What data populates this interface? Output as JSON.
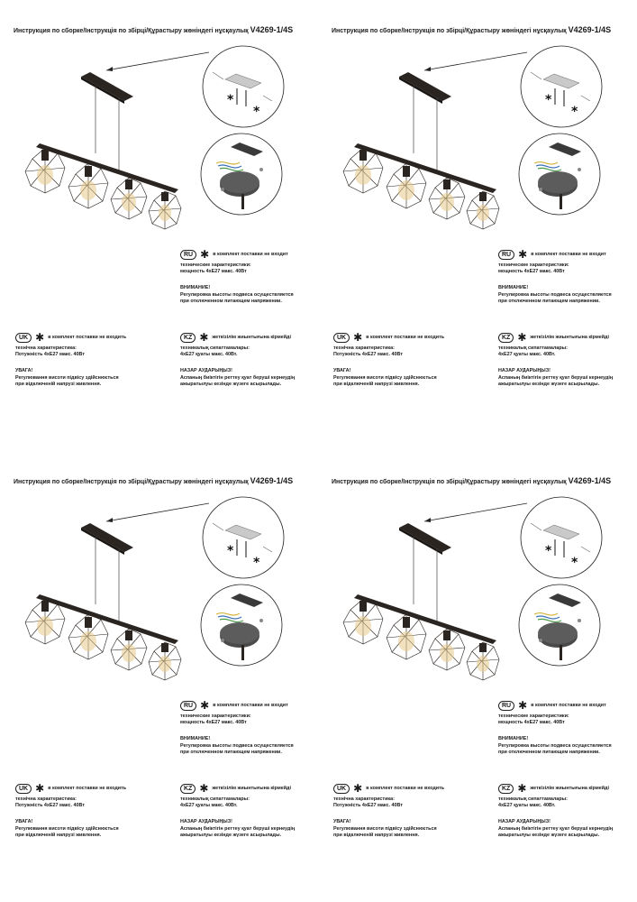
{
  "document": {
    "title_prefix": "Инструкция по сборке/Інструкція по збірці/Құрастыру жөніндегі нұсқаулық",
    "model_code": "V4269-1/4S",
    "icons": {
      "star": "asterisk-icon",
      "lamp": "chandelier-illustration",
      "mount": "mounting-bracket-illustration",
      "wiring": "ceiling-canopy-wiring-illustration"
    },
    "sections": {
      "ru": {
        "badge": "RU",
        "not_included": "в комплект поставки не входит",
        "spec_heading": "технические характеристики:",
        "spec_value": "мощность 4хЕ27 макс. 40Вт",
        "warn_heading": "ВНИМАНИЕ!",
        "warn_line1": "Регулировка высоты подвеса осуществляется",
        "warn_line2": "при отключенном питающем напряжении."
      },
      "uk": {
        "badge": "UK",
        "not_included": "в комплект поставки не входить",
        "spec_heading": "технічна характеристика:",
        "spec_value": "Потужність 4хЕ27 макс. 40Вт",
        "warn_heading": "УВАГА!",
        "warn_line1": "Регулювання висоти підвісу здійснюється",
        "warn_line2": "при відключеній напрузі живлення."
      },
      "kz": {
        "badge": "KZ",
        "not_included": "жеткізілім жиынтығына кірмейді",
        "spec_heading": "техникалық сипаттамалары:",
        "spec_value": "4хЕ27 қуаты макс. 40Вт.",
        "warn_heading": "НАЗАР АУДАРЫҢЫЗ!",
        "warn_line1": "Аспаның биіктігін реттеу қуат беруші кернеудің",
        "warn_line2": "ажыратылуы кезінде жүзеге асырылады."
      }
    }
  }
}
